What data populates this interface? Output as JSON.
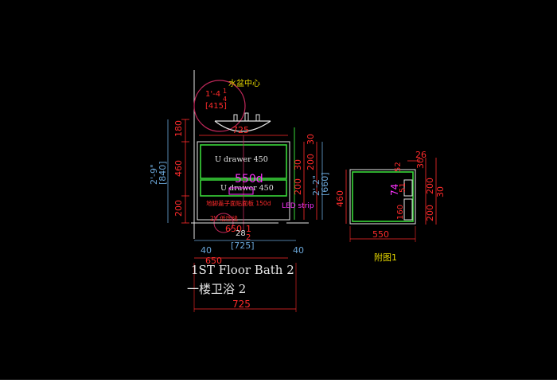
{
  "colors": {
    "background": "#000000",
    "dimension_red": "#ff2b2b",
    "dimension_cyan": "#6aa6d8",
    "outline_green": "#39d739",
    "outline_white": "#e6e6e6",
    "magenta": "#ff33ff",
    "yellow": "#e6d800",
    "pink_circle": "#c0285a"
  },
  "front_view": {
    "basin_center_label": "水盆中心",
    "circle_dim_line1": "1'-4",
    "circle_dim_line2": "1",
    "circle_dim_line3": "4",
    "circle_dim_line4": "[415]",
    "top_width": "725",
    "drawer_top_label": "U drawer 450",
    "drawer_bottom_label": "U drawer 450",
    "depth_callout": "550d",
    "dim_180": "180",
    "dim_460": "460",
    "dim_200": "200",
    "height_imperial": "2'-9\"",
    "height_metric": "[840]",
    "right_dim_30a": "30",
    "right_dim_30b": "30",
    "right_dim_200a": "200",
    "right_dim_200b": "200",
    "right_height_imperial": "2'-2\"",
    "right_height_metric": "[660]",
    "kick_note": "地脚盖子面贴面板 150d",
    "led_note": "LED strip",
    "low_voltage_note": "2V 低压线",
    "bottom_dim_650_top": "650",
    "bottom_dim_1": "1",
    "bottom_dim_28": "28",
    "bottom_dim_2": "2",
    "bottom_dim_725_bracket": "[725]",
    "dim_40_left": "40",
    "dim_40_right": "40",
    "bottom_dim_650": "650",
    "bottom_dim_725": "725"
  },
  "side_view": {
    "dim_26": "26",
    "dim_52": "52",
    "dim_30a": "30",
    "dim_30b": "30",
    "dim_74": "74",
    "dim_51": "51",
    "dim_160": "160",
    "dim_200a": "200",
    "dim_200b": "200",
    "dim_460": "460",
    "dim_550": "550",
    "caption": "附图1"
  },
  "title": {
    "english": "1ST Floor Bath 2",
    "chinese": "一楼卫浴 2"
  }
}
